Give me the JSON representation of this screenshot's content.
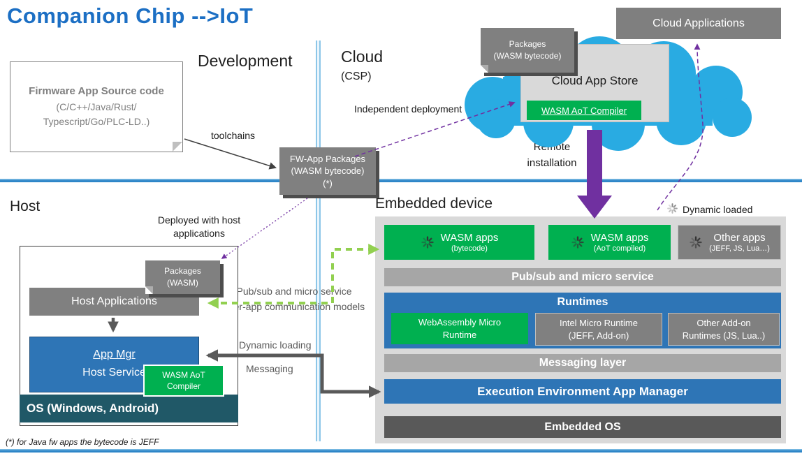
{
  "title": "Companion Chip -->IoT",
  "colors": {
    "title_blue": "#1C6FC4",
    "cloud_cyan": "#29ABE2",
    "green": "#00B050",
    "blue": "#2E75B6",
    "purple": "#7030A0",
    "gray": "#808080",
    "teal": "#205867",
    "arrow_green": "#92D050",
    "arrow_gray": "#595959"
  },
  "sections": {
    "development_label": "Development",
    "cloud_label": "Cloud",
    "csp_label": "(CSP)",
    "host_label": "Host",
    "embedded_label": "Embedded device"
  },
  "cloud": {
    "applications_box": "Cloud Applications",
    "packages_tag": "Packages\n(WASM bytecode)",
    "app_store": "Cloud App Store",
    "aot_compiler": "WASM AoT Compiler",
    "independent_deployment": "Independent deployment",
    "remote_installation": "Remote\ninstallation",
    "dynamic_loaded": "Dynamic loaded"
  },
  "development": {
    "firmware_box_title": "Firmware App Source code",
    "firmware_box_sub": "(C/C++/Java/Rust/\nTypescript/Go/PLC-LD..)",
    "toolchains": "toolchains",
    "fw_packages": "FW-App Packages\n(WASM bytecode)\n(*)"
  },
  "host": {
    "deployed_note": "Deployed with host\napplications",
    "packages_tag": "Packages\n(WASM)",
    "host_applications": "Host Applications",
    "app_mgr": "App Mgr",
    "host_service": "Host Service",
    "aot_compiler": "WASM AoT\nCompiler",
    "os": "OS (Windows, Android)",
    "pubsub_note": "Pub/sub and micro service\ninter-app communication models",
    "dynamic_loading": "Dynamic loading",
    "messaging": "Messaging"
  },
  "embedded": {
    "apps": [
      {
        "title": "WASM apps",
        "subtitle": "(bytecode)"
      },
      {
        "title": "WASM apps",
        "subtitle": "(AoT compiled)"
      },
      {
        "title": "Other apps",
        "subtitle": "(JEFF, JS, Lua…)"
      }
    ],
    "pubsub_bar": "Pub/sub and micro service",
    "runtimes_title": "Runtimes",
    "runtimes": [
      {
        "label": "WebAssembly Micro\nRuntime"
      },
      {
        "label": "Intel Micro Runtime\n(JEFF, Add-on)"
      },
      {
        "label": "Other Add-on\nRuntimes (JS, Lua..)"
      }
    ],
    "messaging_layer": "Messaging layer",
    "exec_env": "Execution Environment App Manager",
    "embedded_os": "Embedded OS"
  },
  "footnote": "(*) for Java fw apps the bytecode is JEFF"
}
